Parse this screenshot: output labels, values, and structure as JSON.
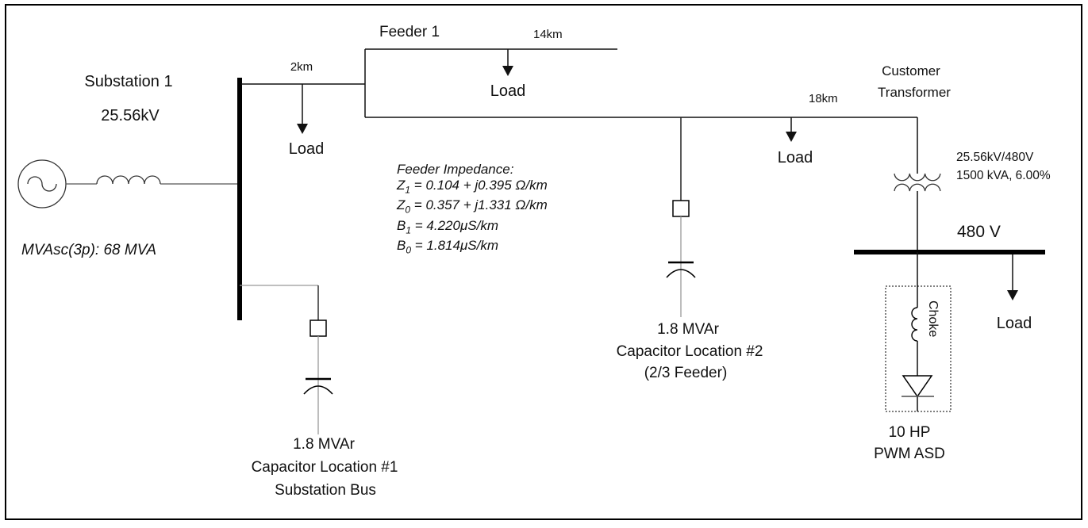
{
  "colors": {
    "background": "#ffffff",
    "ink": "#000000",
    "thin_connector": "#999999"
  },
  "substation": {
    "name": "Substation 1",
    "voltage": "25.56kV",
    "short_circuit": "MVAsc(3p): 68 MVA"
  },
  "feeder": {
    "name": "Feeder 1",
    "distance_1": "2km",
    "distance_2": "14km",
    "distance_3": "18km"
  },
  "loads": [
    "Load",
    "Load",
    "Load",
    "Load"
  ],
  "impedance": {
    "title": "Feeder Impedance:",
    "lines": [
      {
        "sym": "Z",
        "sub": "1",
        "rest": " = 0.104 + j0.395 Ω/km"
      },
      {
        "sym": "Z",
        "sub": "0",
        "rest": " = 0.357 + j1.331 Ω/km"
      },
      {
        "sym": "B",
        "sub": "1",
        "rest": " = 4.220μS/km"
      },
      {
        "sym": "B",
        "sub": "0",
        "rest": " = 1.814μS/km"
      }
    ]
  },
  "capacitor_1": {
    "rating": "1.8 MVAr",
    "name": "Capacitor Location #1",
    "position": "Substation Bus"
  },
  "capacitor_2": {
    "rating": "1.8 MVAr",
    "name": "Capacitor Location #2",
    "position": "(2/3 Feeder)"
  },
  "transformer": {
    "title_line1": "Customer",
    "title_line2": "Transformer",
    "ratio": "25.56kV/480V",
    "rating": "1500 kVA, 6.00%"
  },
  "lv_bus": {
    "voltage": "480 V"
  },
  "asd": {
    "choke_label": "Choke",
    "power": "10 HP",
    "name": "PWM ASD"
  }
}
